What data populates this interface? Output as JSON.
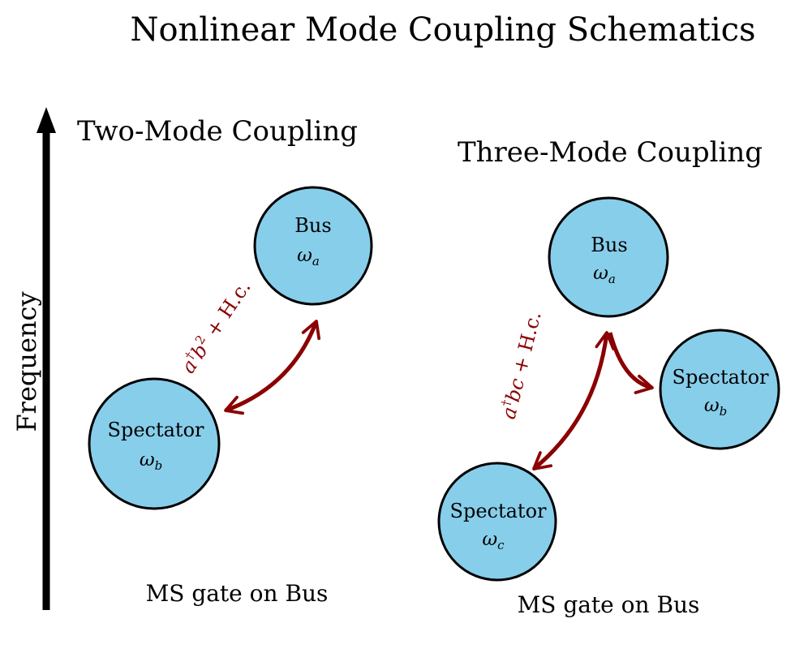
{
  "title": "Nonlinear Mode Coupling Schematics",
  "axis_label": "Frequency",
  "panels": {
    "two_mode": {
      "heading": "Two-Mode Coupling",
      "bus": {
        "name": "Bus",
        "freq_base": "ω",
        "freq_sub": "a"
      },
      "spectator": {
        "name": "Spectator",
        "freq_base": "ω",
        "freq_sub": "b"
      },
      "coupling": {
        "a": "a",
        "dagger": "†",
        "b": "b",
        "exp": "2",
        "tail": " + H.c."
      },
      "footer": "MS gate on Bus"
    },
    "three_mode": {
      "heading": "Three-Mode Coupling",
      "bus": {
        "name": "Bus",
        "freq_base": "ω",
        "freq_sub": "a"
      },
      "spectator_b": {
        "name": "Spectator",
        "freq_base": "ω",
        "freq_sub": "b"
      },
      "spectator_c": {
        "name": "Spectator",
        "freq_base": "ω",
        "freq_sub": "c"
      },
      "coupling": {
        "a": "a",
        "dagger": "†",
        "bc": "bc",
        "tail": " + H.c."
      },
      "footer": "MS gate on Bus"
    }
  },
  "colors": {
    "node_fill": "#87CEEB",
    "node_stroke": "#000000",
    "arrow": "#8B0000",
    "text": "#000000"
  }
}
